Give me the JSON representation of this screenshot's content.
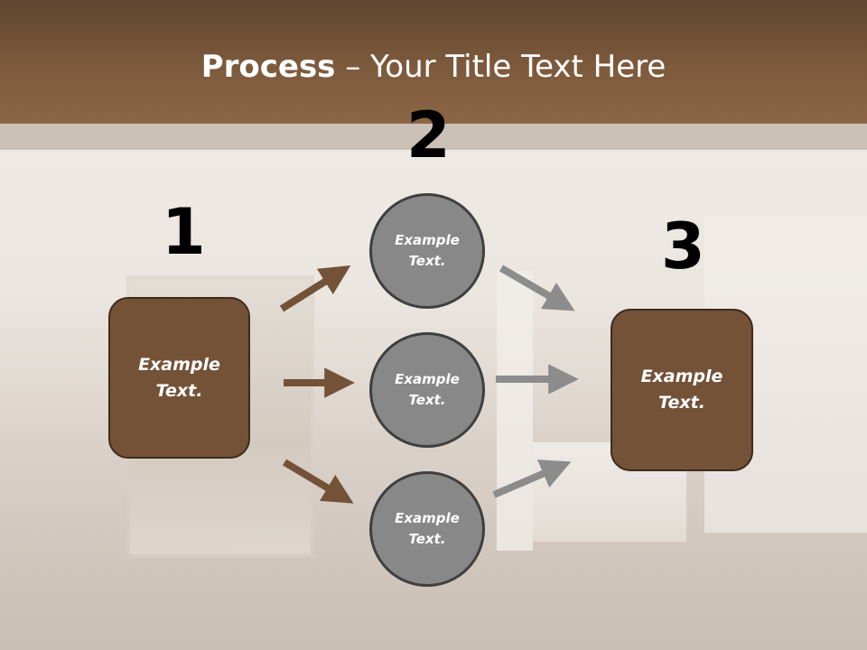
{
  "title": {
    "bold": "Process",
    "rest": " – Your Title Text Here"
  },
  "steps": [
    {
      "number": "1"
    },
    {
      "number": "2"
    },
    {
      "number": "3"
    }
  ],
  "left_box": {
    "line1": "Example",
    "line2": "Text."
  },
  "right_box": {
    "line1": "Example",
    "line2": "Text."
  },
  "circles": [
    {
      "line1": "Example",
      "line2": "Text."
    },
    {
      "line1": "Example",
      "line2": "Text."
    },
    {
      "line1": "Example",
      "line2": "Text."
    }
  ],
  "colors": {
    "header": "#7d5a3c",
    "box_fill": "#735238",
    "circle_fill": "#888888",
    "brown_arrow": "#735238",
    "gray_arrow": "#8c8c8c"
  }
}
